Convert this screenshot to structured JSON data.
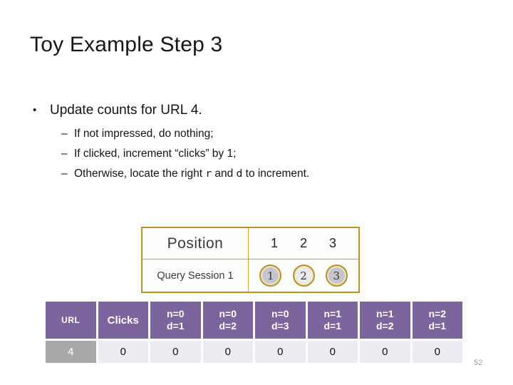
{
  "slide": {
    "title": "Toy Example Step 3",
    "page_number": "52"
  },
  "bullets": {
    "marker_main": "•",
    "marker_sub": "–",
    "main": "Update counts for URL 4.",
    "sub1": "If not impressed, do nothing;",
    "sub2": "If clicked, increment “clicks” by 1;",
    "sub3_part1": "Otherwise, locate the right ",
    "sub3_code1": "r",
    "sub3_part2": " and ",
    "sub3_code2": "d",
    "sub3_part3": " to increment."
  },
  "figure": {
    "position_label": "Position",
    "positions": [
      "1",
      "2",
      "3"
    ],
    "session_label": "Query Session 1",
    "circles": [
      {
        "value": "1",
        "fill": "#C6C5CE"
      },
      {
        "value": "2",
        "fill": "#EAEAEF"
      },
      {
        "value": "3",
        "fill": "#C6C5CE"
      }
    ],
    "border_color": "#B8942B"
  },
  "counts_table": {
    "header_bg": "#7C659C",
    "header_text_color": "#FFFFFF",
    "url_cell_bg": "#A9A9A9",
    "data_cell_bg": "#EDECF2",
    "columns": [
      {
        "label": "URL"
      },
      {
        "label": "Clicks"
      },
      {
        "top": "n=0",
        "bottom": "d=1"
      },
      {
        "top": "n=0",
        "bottom": "d=2"
      },
      {
        "top": "n=0",
        "bottom": "d=3"
      },
      {
        "top": "n=1",
        "bottom": "d=1"
      },
      {
        "top": "n=1",
        "bottom": "d=2"
      },
      {
        "top": "n=2",
        "bottom": "d=1"
      }
    ],
    "row": {
      "url": "4",
      "values": [
        "0",
        "0",
        "0",
        "0",
        "0",
        "0",
        "0"
      ]
    }
  }
}
